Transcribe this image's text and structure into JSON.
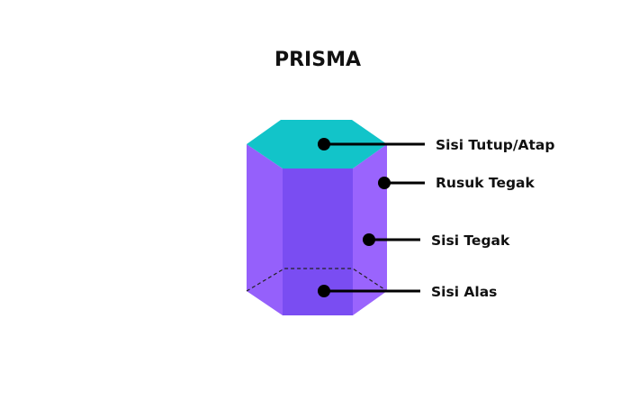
{
  "title": "PRISMA",
  "labels": {
    "top_face": "Sisi Tutup/Atap",
    "vertical_edge": "Rusuk Tegak",
    "lateral_face": "Sisi Tegak",
    "base_face": "Sisi Alas"
  },
  "colors": {
    "top_face": "#12c4c9",
    "front_face": "#7a4df2",
    "left_face": "#9560fb",
    "right_face": "#9a64fd",
    "base_edge": "#222222",
    "marker": "#000000",
    "text": "#111111"
  }
}
